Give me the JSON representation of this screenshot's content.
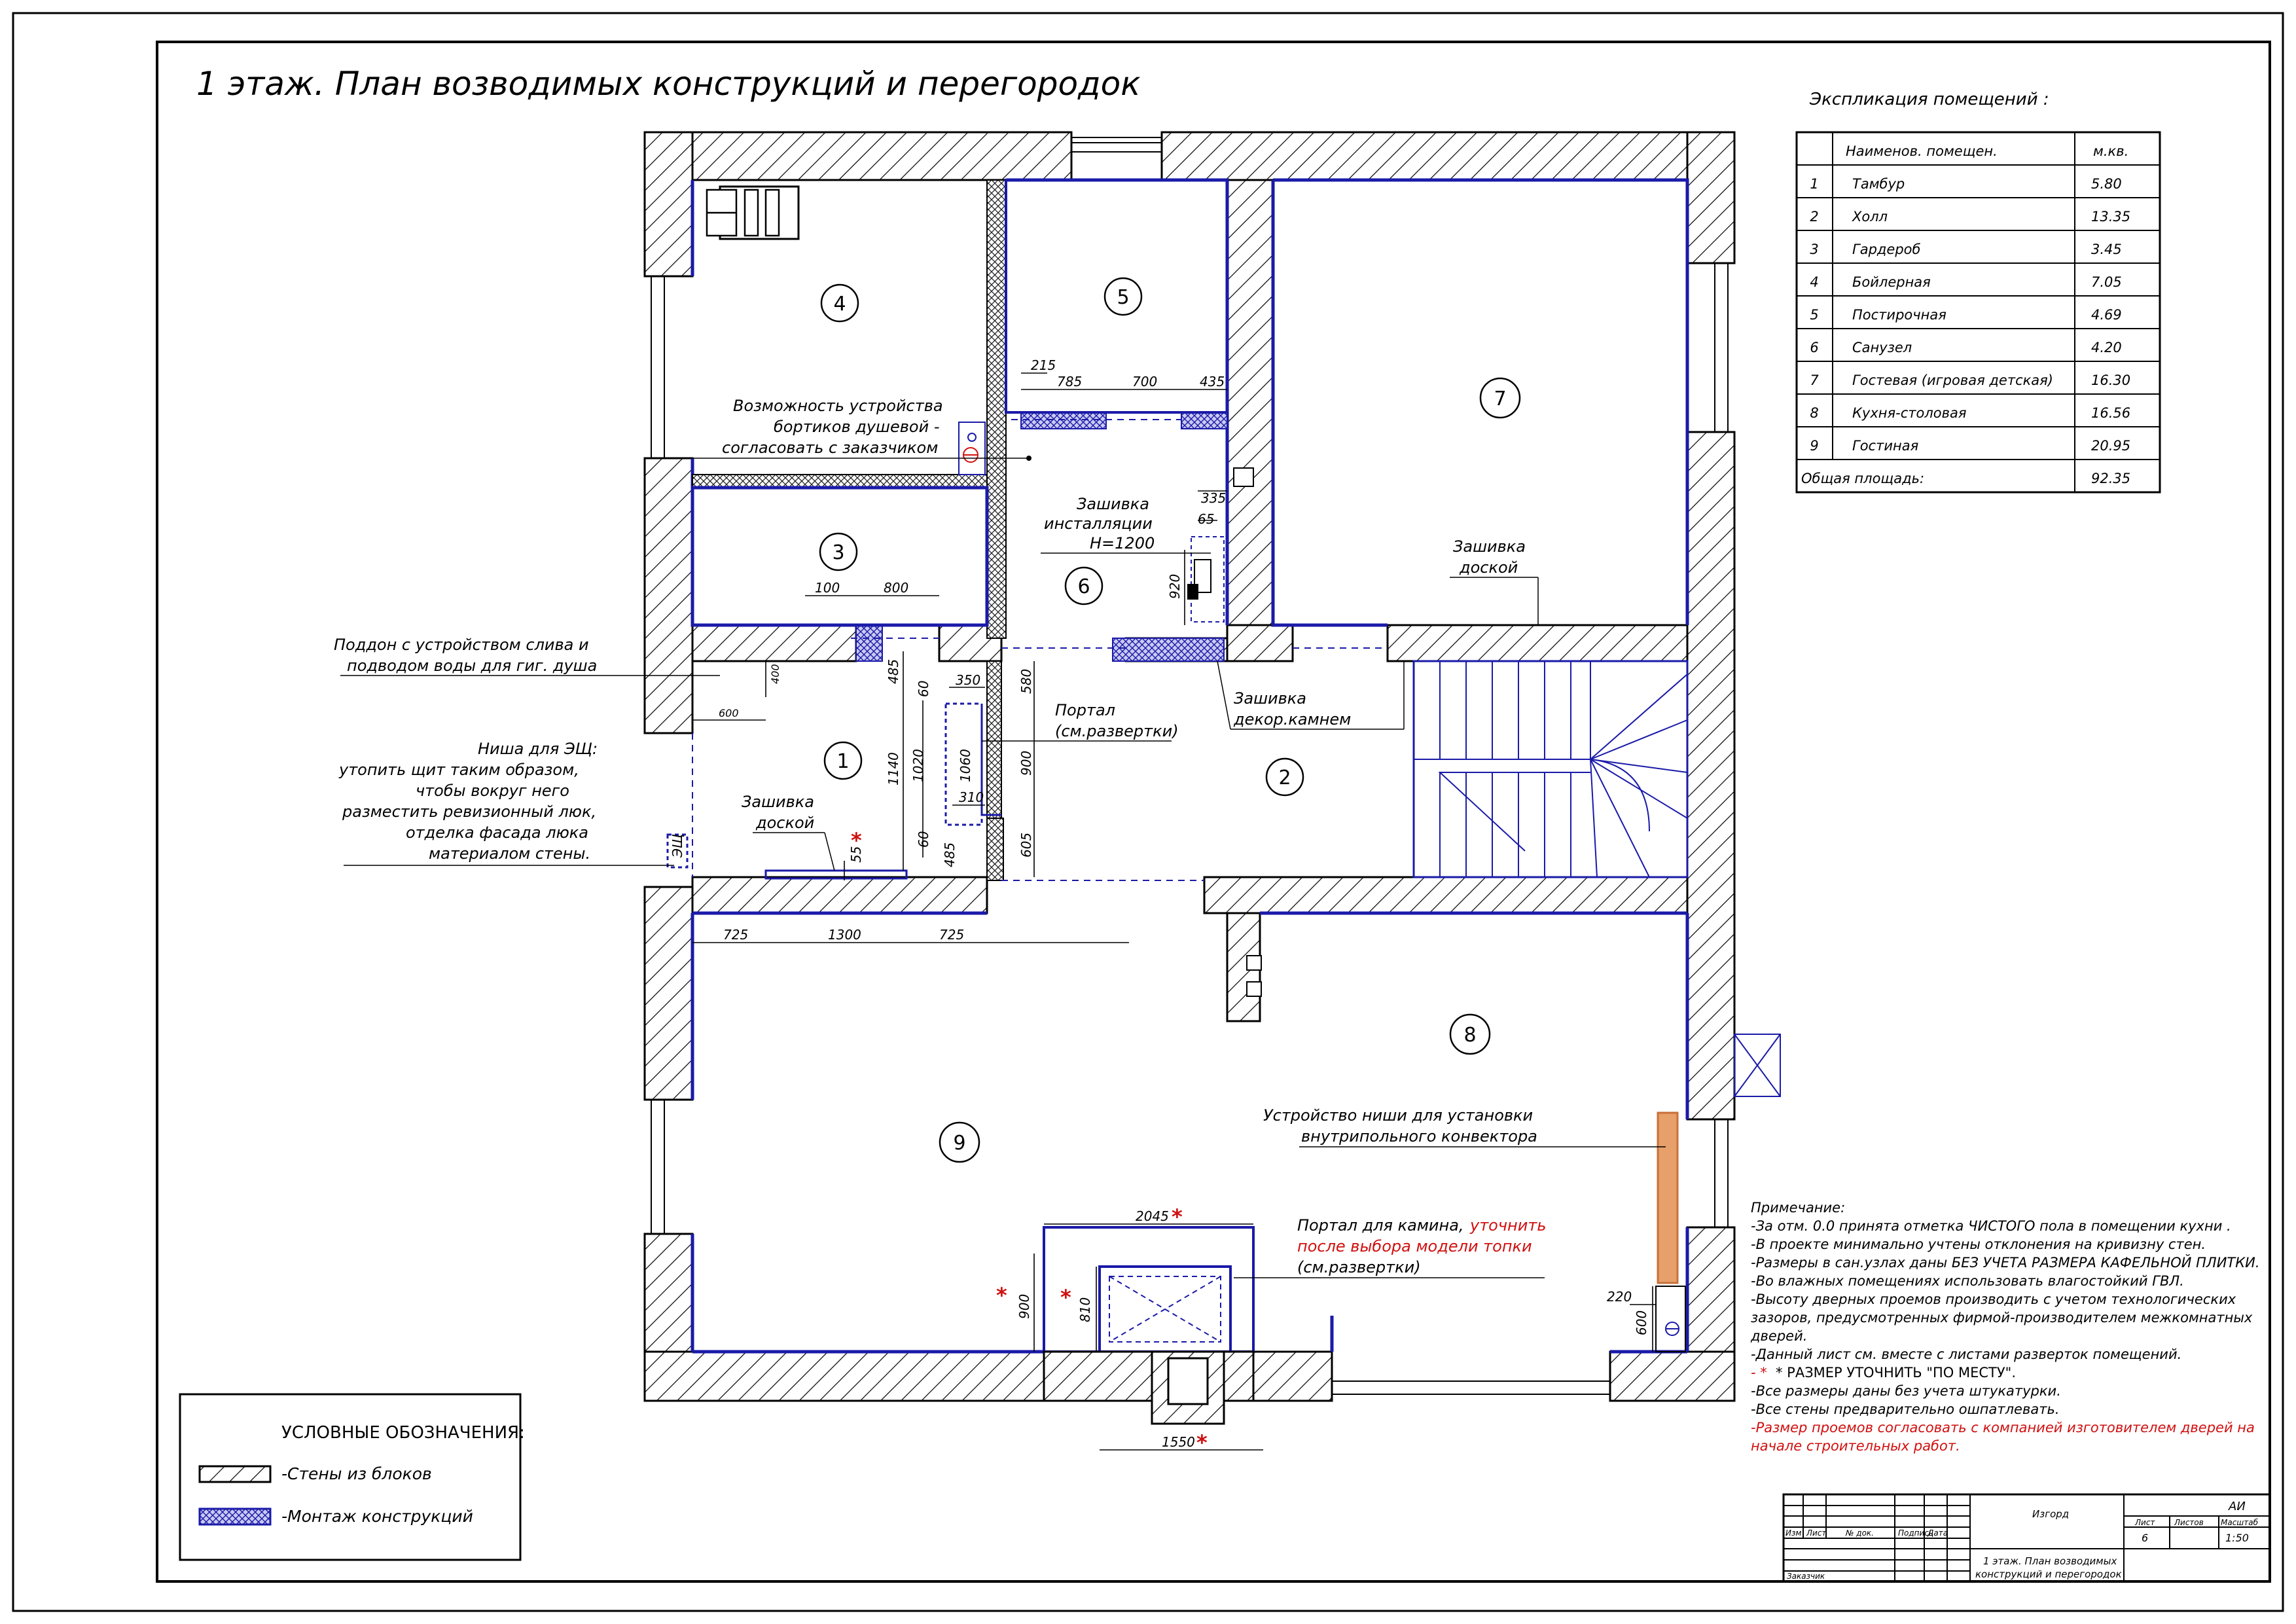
{
  "title": "1 этаж. План возводимых конструкций и перегородок",
  "explication": {
    "title": "Экспликация помещений :",
    "headers": [
      "",
      "Наименов. помещен.",
      "м.кв."
    ],
    "rows": [
      [
        "1",
        "Тамбур",
        "5.80"
      ],
      [
        "2",
        "Холл",
        "13.35"
      ],
      [
        "3",
        "Гардероб",
        "3.45"
      ],
      [
        "4",
        "Бойлерная",
        "7.05"
      ],
      [
        "5",
        "Постирочная",
        "4.69"
      ],
      [
        "6",
        "Санузел",
        "4.20"
      ],
      [
        "7",
        "Гостевая (игровая детская)",
        "16.30"
      ],
      [
        "8",
        "Кухня-столовая",
        "16.56"
      ],
      [
        "9",
        "Гостиная",
        "20.95"
      ]
    ],
    "total_label": "Общая площадь:",
    "total_value": "92.35"
  },
  "rooms": [
    "1",
    "2",
    "3",
    "4",
    "5",
    "6",
    "7",
    "8",
    "9"
  ],
  "annotations": {
    "shower_curbs": [
      "Возможность устройства",
      "бортиков душевой -",
      "согласовать с заказчиком"
    ],
    "install_cover": [
      "Зашивка",
      "инсталляции",
      "H=1200"
    ],
    "board_cover_7": [
      "Зашивка",
      "доской"
    ],
    "pan": [
      "Поддон с устройством слива и",
      "подводом воды для гиг. душа"
    ],
    "niche": [
      "Ниша для ЭЩ:",
      "утопить щит таким образом,",
      "чтобы вокруг него",
      "разместить ревизионный люк,",
      "отделка фасада люка",
      "материалом стены."
    ],
    "board_cover_1": [
      "Зашивка",
      "доской"
    ],
    "portal": [
      "Портал",
      "(см.развертки)"
    ],
    "stone_cover": [
      "Зашивка",
      "декор.камнем"
    ],
    "convector": [
      "Устройство ниши для установки",
      "внутрипольного конвектора"
    ],
    "fireplace_1": "Портал для камина,",
    "fireplace_red_1": "уточнить",
    "fireplace_red_2": "после выбора модели топки",
    "fireplace_3": "(см.развертки)",
    "esch": "ЭЩ"
  },
  "dimensions": {
    "d215": "215",
    "d785": "785",
    "d700": "700",
    "d435": "435",
    "d335": "335",
    "d65": "65",
    "d920": "920",
    "d100": "100",
    "d800": "800",
    "d400": "400",
    "d600a": "600",
    "d485a": "485",
    "d60a": "60",
    "d350": "350",
    "d580": "580",
    "d1140": "1140",
    "d1020": "1020",
    "d1060": "1060",
    "d900a": "900",
    "d310": "310",
    "d60b": "60",
    "d485b": "485",
    "d605": "605",
    "d55": "55",
    "d725a": "725",
    "d1300": "1300",
    "d725b": "725",
    "d2045": "2045",
    "d900b": "900",
    "d810": "810",
    "d1550": "1550",
    "d220": "220",
    "d600b": "600"
  },
  "notes": {
    "title": "Примечание:",
    "lines": [
      "-За отм. 0.0 принята отметка ЧИСТОГО пола в помещении кухни .",
      "-В проекте минимально учтены отклонения на кривизну стен.",
      "-Размеры в сан.узлах даны БЕЗ УЧЕТА РАЗМЕРА КАФЕЛЬНОЙ ПЛИТКИ.",
      "-Во влажных помещениях использовать влагостойкий ГВЛ.",
      "-Высоту дверных проемов производить с учетом технологических",
      "зазоров, предусмотренных фирмой-производителем межкомнатных",
      "дверей.",
      "-Данный лист см. вместе с листами разверток помещений.",
      "* РАЗМЕР УТОЧНИТЬ \"ПО МЕСТУ\".",
      "-Все размеры даны без учета штукатурки.",
      "-Все стены предварительно ошпатлевать."
    ],
    "red_lines": [
      "-Размер проемов согласовать с компанией изготовителем дверей на",
      "начале строительных работ."
    ]
  },
  "legend": {
    "title": "УСЛОВНЫЕ ОБОЗНАЧЕНИЯ:",
    "items": [
      "-Стены из блоков",
      "-Монтаж конструкций"
    ]
  },
  "stamp": {
    "org": "Изгорд",
    "code": "АИ",
    "col1": "Изм",
    "col2": "Лист",
    "col3": "№ док.",
    "col4": "Подпись",
    "col5": "Дата",
    "sheet_label": "Лист",
    "sheets_label": "Листов",
    "scale_label": "Масштаб",
    "sheet": "6",
    "scale": "1:50",
    "caption_1": "1 этаж. План возводимых",
    "caption_2": "конструкций и перегородок",
    "customer": "Заказчик"
  },
  "colors": {
    "wall": "#000000",
    "construction": "#1a1aa8",
    "accent_red": "#d01010",
    "convector": "#c8703a"
  }
}
